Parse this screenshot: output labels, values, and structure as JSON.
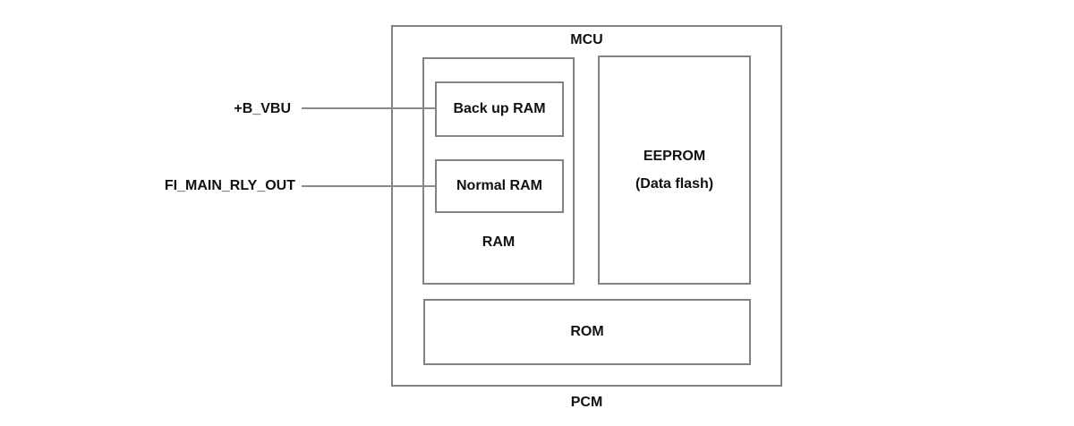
{
  "diagram": {
    "title_top": "MCU",
    "caption_bottom": "PCM",
    "signals": [
      {
        "label": "+B_VBU",
        "connects_to": "Back up RAM"
      },
      {
        "label": "FI_MAIN_RLY_OUT",
        "connects_to": "Normal RAM"
      }
    ],
    "blocks": {
      "backup_ram": {
        "label": "Back up RAM"
      },
      "normal_ram": {
        "label": "Normal RAM"
      },
      "ram_group": {
        "label": "RAM"
      },
      "eeprom": {
        "label_line1": "EEPROM",
        "label_line2": "(Data flash)"
      },
      "rom": {
        "label": "ROM"
      }
    },
    "colors": {
      "border": "#828282",
      "wire": "#8a8a8a",
      "text": "#111111",
      "background": "#ffffff"
    }
  }
}
